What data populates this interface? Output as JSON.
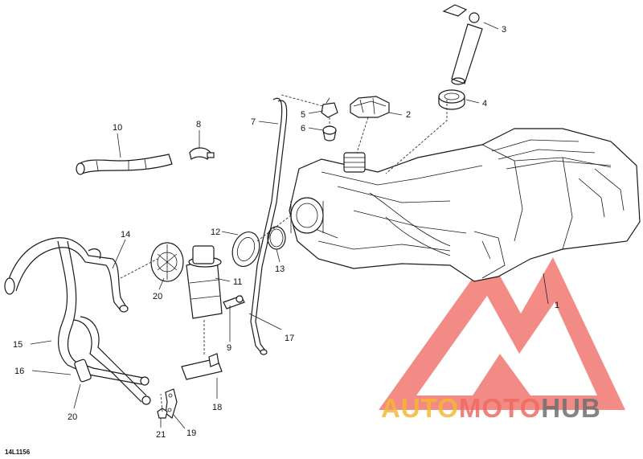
{
  "diagram": {
    "part_code": "14L1156",
    "callouts": {
      "c1": "1",
      "c2": "2",
      "c3": "3",
      "c4": "4",
      "c5": "5",
      "c6": "6",
      "c7": "7",
      "c8": "8",
      "c9": "9",
      "c10": "10",
      "c11": "11",
      "c12": "12",
      "c13": "13",
      "c14": "14",
      "c15": "15",
      "c16": "16",
      "c17": "17",
      "c18": "18",
      "c19": "19",
      "c20a": "20",
      "c20b": "20",
      "c21": "21"
    }
  },
  "watermark": {
    "word_auto": "AUTO",
    "word_moto": "MOTO",
    "word_hub": "HUB",
    "color_auto": "#f5b833",
    "color_moto": "#ef6b63",
    "color_hub": "#6f6f6f",
    "logo_color": "#ef6b63"
  }
}
